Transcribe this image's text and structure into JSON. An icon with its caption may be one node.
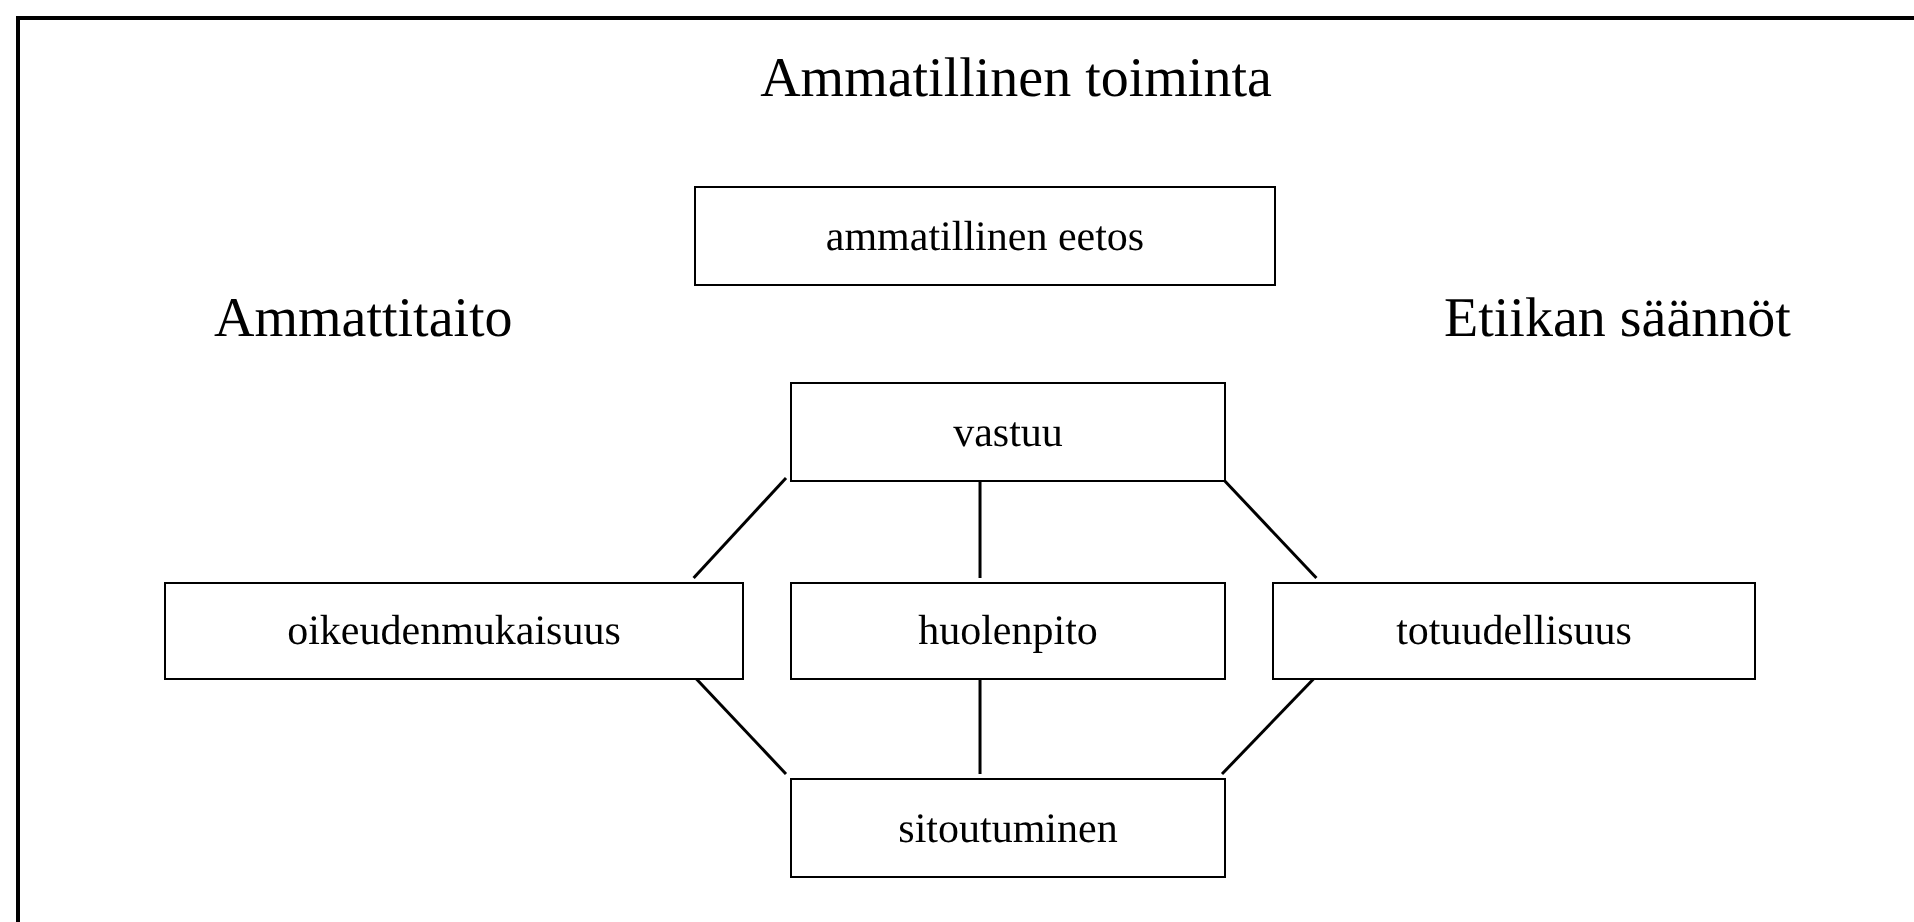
{
  "diagram": {
    "nodes": [
      {
        "text": [
          "Ammatillinen toiminta"
        ]
      },
      {
        "text": [
          "ammatillinen eetos"
        ],
        "in": 0
      },
      {
        "text": [
          "vastuu"
        ],
        "in": 0
      },
      {
        "text": [
          "oikeudenmukaisuus"
        ],
        "in": 0
      },
      {
        "text": [
          "huolenpito"
        ],
        "in": 0
      },
      {
        "text": [
          "totuudellisuus"
        ],
        "in": 0
      },
      {
        "text": [
          "sitoutuminen"
        ],
        "in": 0
      }
    ],
    "edges": [
      {
        "from": 2,
        "to": 3,
        "arrow": "none"
      },
      {
        "from": 2,
        "to": 4,
        "arrow": "none"
      },
      {
        "from": 2,
        "to": 5,
        "arrow": "none"
      },
      {
        "from": 3,
        "to": 6,
        "arrow": "none"
      },
      {
        "from": 4,
        "to": 6,
        "arrow": "none"
      },
      {
        "from": 5,
        "to": 6,
        "arrow": "none"
      }
    ],
    "labels": [
      "Ammattitaito",
      "Etiikan säännöt"
    ]
  }
}
